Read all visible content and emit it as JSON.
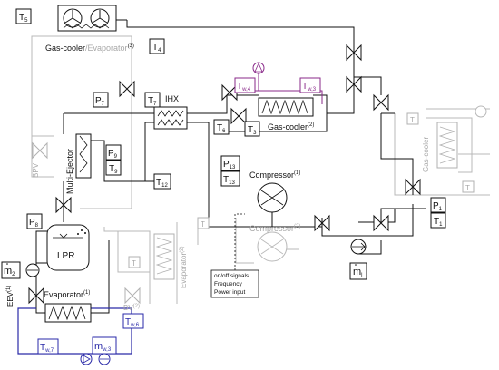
{
  "components": {
    "gas_cooler_evaporator_3": {
      "main": "Gas-cooler",
      "sep": "/",
      "sub": "Evaporator",
      "sup": "(3)"
    },
    "gas_cooler_2": {
      "main": "Gas-cooler",
      "sup": "(2)"
    },
    "gas_cooler_right": {
      "main": "Gas-cooler"
    },
    "ihx": "IHX",
    "multi_ejector": "Multi-Ejector",
    "bpv": "BPV",
    "lpr": "LPR",
    "eev": {
      "main": "EEV",
      "sup": "(1)"
    },
    "evaporator_1": {
      "main": "Evaporator",
      "sup": "(1)"
    },
    "evaporator_2": {
      "main": "Evaporator",
      "sup": "(2)"
    },
    "bv": {
      "main": "BV",
      "sup": "(2)"
    },
    "compressor_1": {
      "main": "Compressor",
      "sup": "(1)"
    },
    "compressor_2": {
      "main": "Compressor",
      "sup": "(2)"
    }
  },
  "signals": {
    "line1": "on/off signals",
    "line2": "Frequency",
    "line3": "Power input"
  },
  "sensors": {
    "T5": {
      "main": "T",
      "sub": "5"
    },
    "T4": {
      "main": "T",
      "sub": "4"
    },
    "P7": {
      "main": "P",
      "sub": "7"
    },
    "T7": {
      "main": "T",
      "sub": "7"
    },
    "T6": {
      "main": "T",
      "sub": "6"
    },
    "T3": {
      "main": "T",
      "sub": "3"
    },
    "Tw4": {
      "main": "T",
      "sub": "w,4"
    },
    "Tw3": {
      "main": "T",
      "sub": "w,3"
    },
    "P9": {
      "main": "P",
      "sub": "9"
    },
    "T9": {
      "main": "T",
      "sub": "9"
    },
    "T12": {
      "main": "T",
      "sub": "12"
    },
    "P13": {
      "main": "P",
      "sub": "13"
    },
    "T13": {
      "main": "T",
      "sub": "13"
    },
    "P8": {
      "main": "P",
      "sub": "8"
    },
    "P1": {
      "main": "P",
      "sub": "1"
    },
    "T1": {
      "main": "T",
      "sub": "1"
    },
    "m1": {
      "main": "m",
      "sub": "l"
    },
    "m2": {
      "main": "m",
      "sub": "2"
    },
    "Tw6": {
      "main": "T",
      "sub": "w,6"
    },
    "Tw7": {
      "main": "T",
      "sub": "w,7"
    },
    "mw3": {
      "main": "m",
      "sub": "w,3"
    },
    "Tgrey1": {
      "main": "T"
    },
    "Tgrey2": {
      "main": "T"
    },
    "Tgrey3": {
      "main": "T"
    },
    "Tgrey4": {
      "main": "T"
    }
  },
  "colors": {
    "pipe": "#111111",
    "inactive": "#b8b8b8",
    "water_loop_blue": "#2a2aa8",
    "water_loop_purple": "#8a2a8a"
  }
}
